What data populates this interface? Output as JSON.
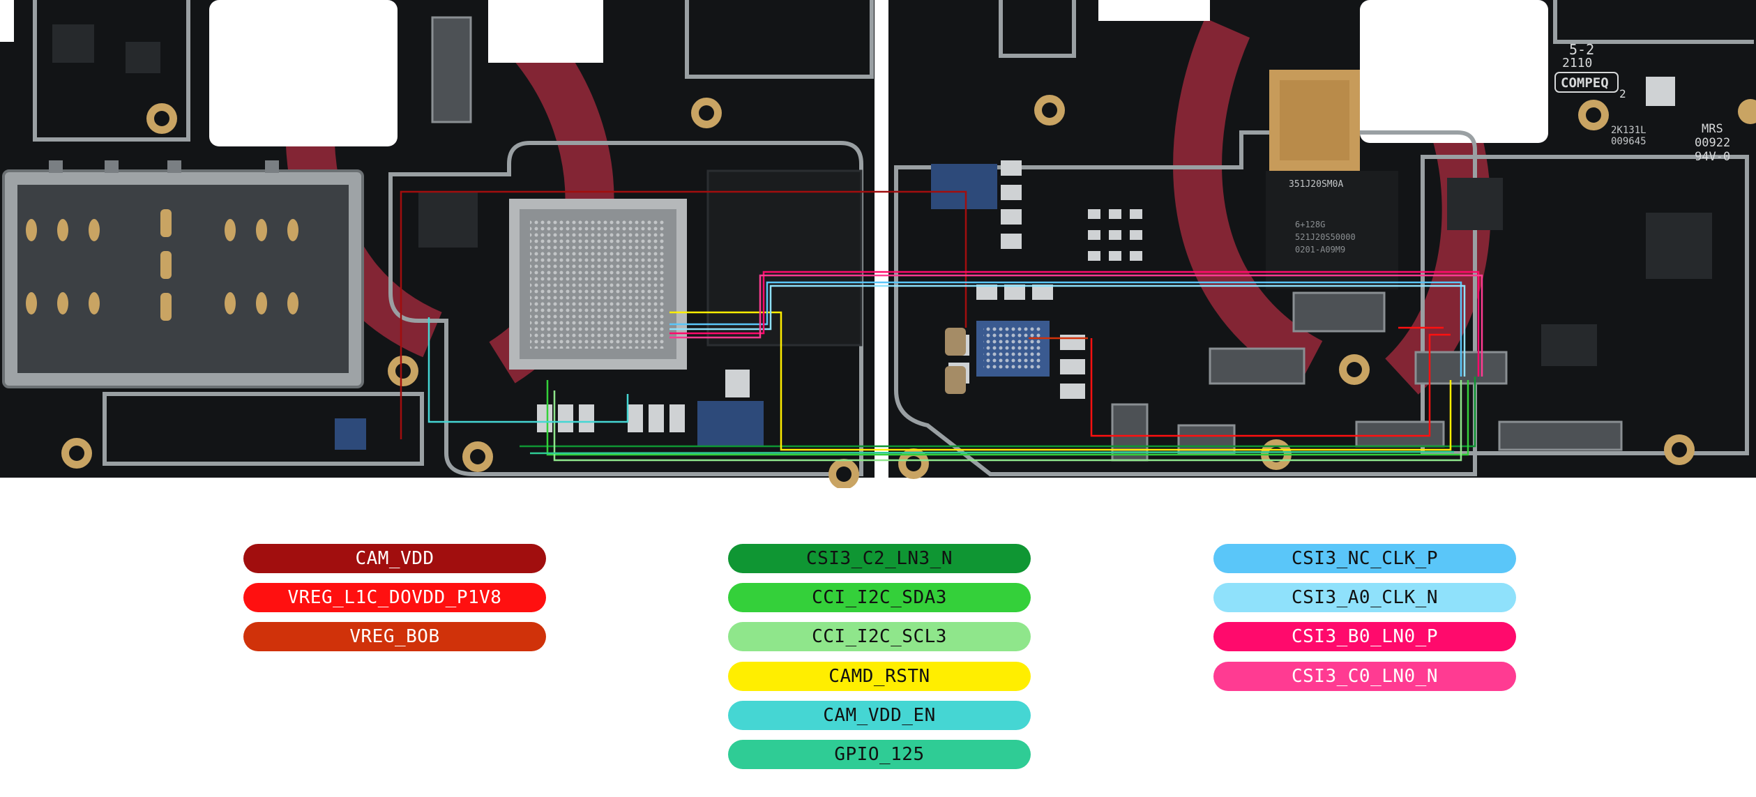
{
  "board": {
    "silkscreen": {
      "chip_marking_1": "351J20SM0A",
      "chip_marking_2": "6+128G",
      "chip_marking_3": "521J20S50000",
      "chip_marking_4": "0201-A09M9",
      "pcb_rev": "5-2",
      "pcb_date": "2110",
      "pcb_maker": "COMPEQ",
      "pcb_maker_suffix": "2",
      "pcb_code": "2K131L",
      "pcb_batch": "009645",
      "ul_code_1": "MRS",
      "ul_code_2": "00922",
      "ul_code_3": "94V-0"
    },
    "colors": {
      "pcb": "#121416",
      "pcb_edge": "#1d2124",
      "shield": "#a8acae",
      "pad_gold": "#c9a463",
      "cutout": "#ffffff",
      "watermark": "#e0334e"
    }
  },
  "legend": {
    "column_1": [
      {
        "label": "CAM_VDD",
        "color": "#a10e0e",
        "text_color": "#ffffff"
      },
      {
        "label": "VREG_L1C_DOVDD_P1V8",
        "color": "#ff1010",
        "text_color": "#ffffff"
      },
      {
        "label": "VREG_BOB",
        "color": "#d0320a",
        "text_color": "#ffffff"
      }
    ],
    "column_2": [
      {
        "label": "CSI3_C2_LN3_N",
        "color": "#0f9633",
        "text_color": "#111111"
      },
      {
        "label": "CCI_I2C_SDA3",
        "color": "#34d03a",
        "text_color": "#111111"
      },
      {
        "label": "CCI_I2C_SCL3",
        "color": "#8fe68b",
        "text_color": "#111111"
      },
      {
        "label": "CAMD_RSTN",
        "color": "#ffee00",
        "text_color": "#111111"
      },
      {
        "label": "CAM_VDD_EN",
        "color": "#45d6d3",
        "text_color": "#111111"
      },
      {
        "label": "GPIO_125",
        "color": "#2fcc95",
        "text_color": "#111111"
      }
    ],
    "column_3": [
      {
        "label": "CSI3_NC_CLK_P",
        "color": "#5ac6f9",
        "text_color": "#111111"
      },
      {
        "label": "CSI3_A0_CLK_N",
        "color": "#8fe1fb",
        "text_color": "#111111"
      },
      {
        "label": "CSI3_B0_LN0_P",
        "color": "#ff0a6c",
        "text_color": "#ffffff"
      },
      {
        "label": "CSI3_C0_LN0_N",
        "color": "#ff3b92",
        "text_color": "#ffffff"
      }
    ]
  }
}
